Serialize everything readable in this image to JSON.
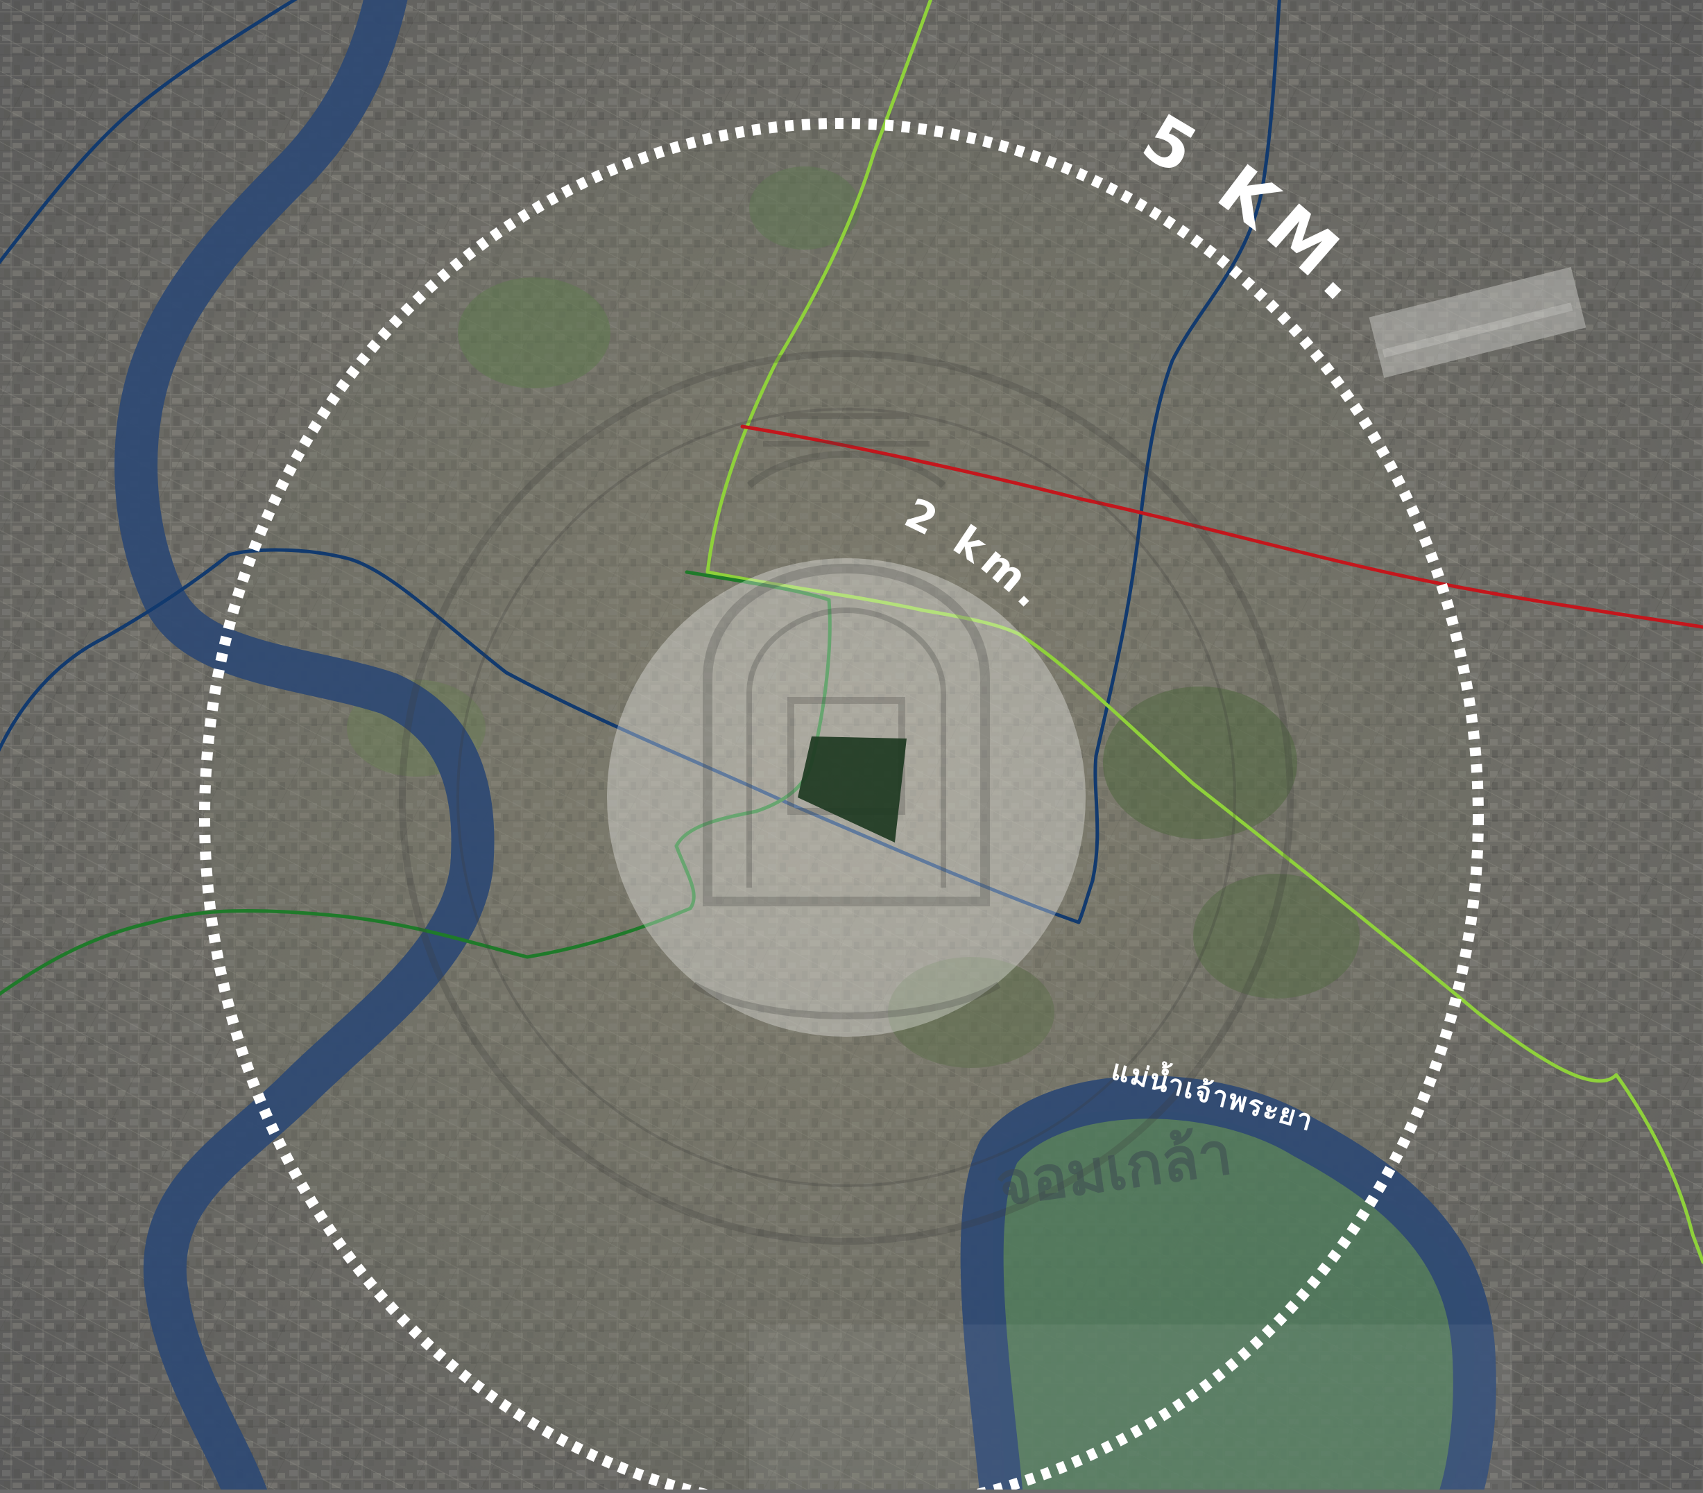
{
  "map": {
    "labels": {
      "outer_radius": "5 KM.",
      "inner_radius": "2 km.",
      "river_name": "แม่น้ำเจ้าพระยา",
      "watermark_text": "จอมเกล้า"
    },
    "icons": {
      "watermark": "university-seal-watermark"
    },
    "colors": {
      "river": "#2f4a73",
      "transit_dark_blue": "#123a6e",
      "transit_light_green": "#8fd13b",
      "transit_dark_green": "#1f7a2a",
      "transit_red": "#c4161c",
      "radius_ring": "#ffffff",
      "site": "#1e3a22",
      "park": "#4f7a5c"
    },
    "scale": {
      "outer_radius_km": 5,
      "inner_radius_km": 2
    }
  }
}
